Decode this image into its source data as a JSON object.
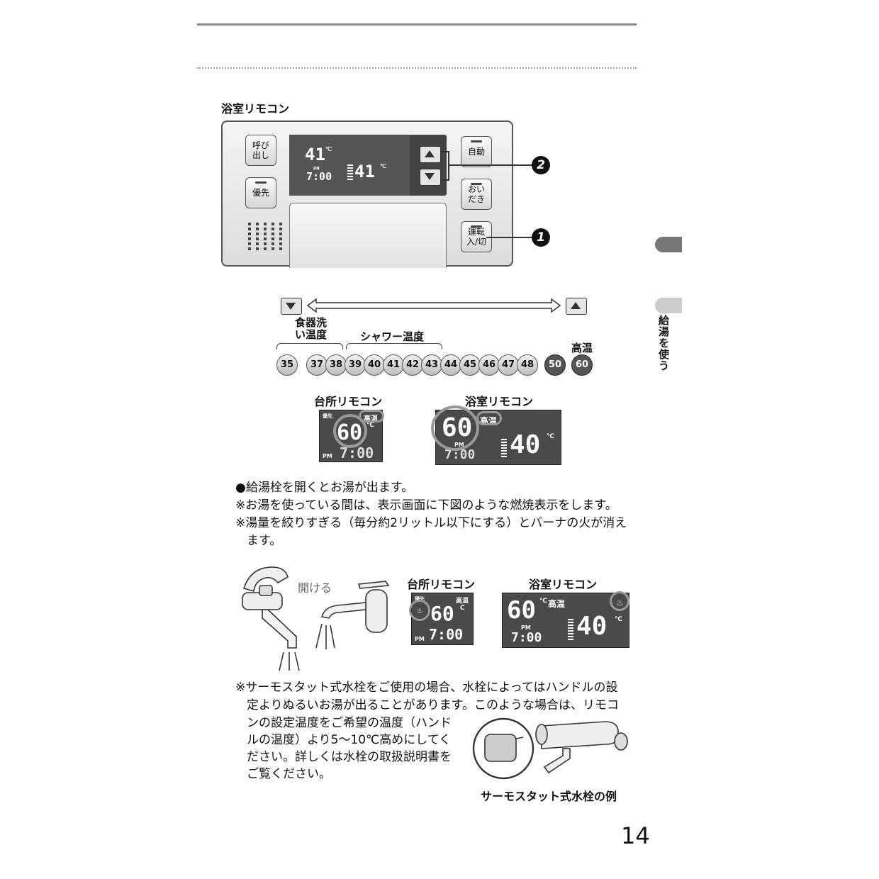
{
  "bath_remote_title": "浴室リモコン",
  "remote": {
    "btn_call": "呼び\n出し",
    "btn_priority": "優先",
    "btn_auto": "自動",
    "btn_reheat": "おい\nだき",
    "btn_power": "運転\n入/切",
    "lcd_temp": "41",
    "lcd_unit": "℃",
    "lcd_pm": "PM",
    "lcd_time": "7:00",
    "lcd_bath_temp": "41",
    "callout_1": "1",
    "callout_2": "2"
  },
  "side": {
    "section_label": "給湯を使う"
  },
  "scale": {
    "label_dish": "食器洗\nい温度",
    "label_shower": "シャワー温度",
    "label_high": "高温",
    "temps": [
      "35",
      "37",
      "38",
      "39",
      "40",
      "41",
      "42",
      "43",
      "44",
      "45",
      "46",
      "47",
      "48",
      "50",
      "60"
    ]
  },
  "display_row1": {
    "kitchen_title": "台所リモコン",
    "bath_title": "浴室リモコン",
    "kitchen": {
      "priority": "優先",
      "high": "高温",
      "temp": "60",
      "unit": "℃",
      "pm": "PM",
      "time": "7:00"
    },
    "bath": {
      "temp": "60",
      "high": "高温",
      "pm": "PM",
      "time": "7:00",
      "bath_temp": "40",
      "unit": "℃"
    }
  },
  "text1": {
    "line1": "●給湯栓を開くとお湯が出ます。",
    "line2": "※お湯を使っている間は、表示画面に下図のような燃焼表示をします。",
    "line3": "※湯量を絞りすぎる（毎分約2リットル以下にする）とバーナの火が消え",
    "line4": "ます。"
  },
  "display_row2": {
    "open_label": "開ける",
    "kitchen_title": "台所リモコン",
    "bath_title": "浴室リモコン",
    "kitchen": {
      "priority": "優先",
      "high": "高温",
      "temp": "60",
      "unit": "C",
      "pm": "PM",
      "time": "7:00"
    },
    "bath": {
      "temp": "60",
      "unit": "℃",
      "high": "高温",
      "pm": "PM",
      "time": "7:00",
      "bath_temp": "40",
      "bath_unit": "℃"
    }
  },
  "text2": {
    "line1": "※サーモスタット式水栓をご使用の場合、水栓によってはハンドルの設",
    "line2": "定よりぬるいお湯が出ることがあります。このような場合は、リモコ",
    "line3": "ンの設定温度をご希望の温度（ハンド",
    "line4": "ルの温度）より5〜10℃高めにしてく",
    "line5": "ださい。詳しくは水栓の取扱説明書を",
    "line6": "ご覧ください。",
    "caption": "サーモスタット式水栓の例"
  },
  "page_number": "14"
}
